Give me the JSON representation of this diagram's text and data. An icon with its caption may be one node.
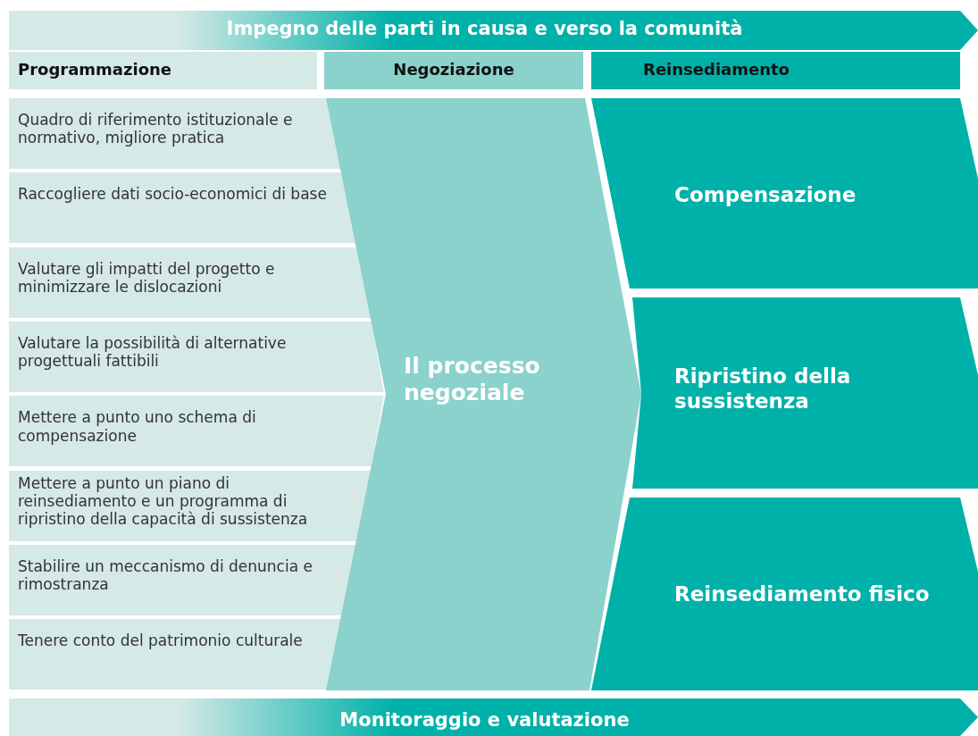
{
  "diagram": {
    "nodes": [
      {
        "text": [
          "Impegno delle parti in causa e verso la comunità"
        ]
      },
      {
        "text": [
          "Programmazione"
        ]
      },
      {
        "text": [
          "Negoziazione"
        ]
      },
      {
        "text": [
          "Reinsediamento"
        ]
      },
      {
        "text": [
          "Quadro di riferimento istituzionale e normativo, migliore pratica"
        ]
      },
      {
        "text": [
          "Raccogliere dati socio-economici di base"
        ]
      },
      {
        "text": [
          "Valutare gli impatti del progetto e minimizzare le dislocazioni"
        ]
      },
      {
        "text": [
          "Valutare la possibilità di alternative progettuali fattibili"
        ]
      },
      {
        "text": [
          "Mettere a punto uno schema di compensazione"
        ]
      },
      {
        "text": [
          "Mettere a punto un piano di reinsediamento e un programma di ripristino della capacità di sussistenza"
        ]
      },
      {
        "text": [
          "Stabilire un meccanismo di denuncia e rimostranza"
        ]
      },
      {
        "text": [
          "Tenere conto del patrimonio culturale"
        ]
      },
      {
        "text": [
          "Il processo negoziale"
        ]
      },
      {
        "text": [
          "Compensazione"
        ]
      },
      {
        "text": [
          "Ripristino della sussistenza"
        ]
      },
      {
        "text": [
          "Reinsediamento fisico"
        ]
      },
      {
        "text": [
          "Monitoraggio e valutazione"
        ]
      }
    ],
    "edges": []
  }
}
